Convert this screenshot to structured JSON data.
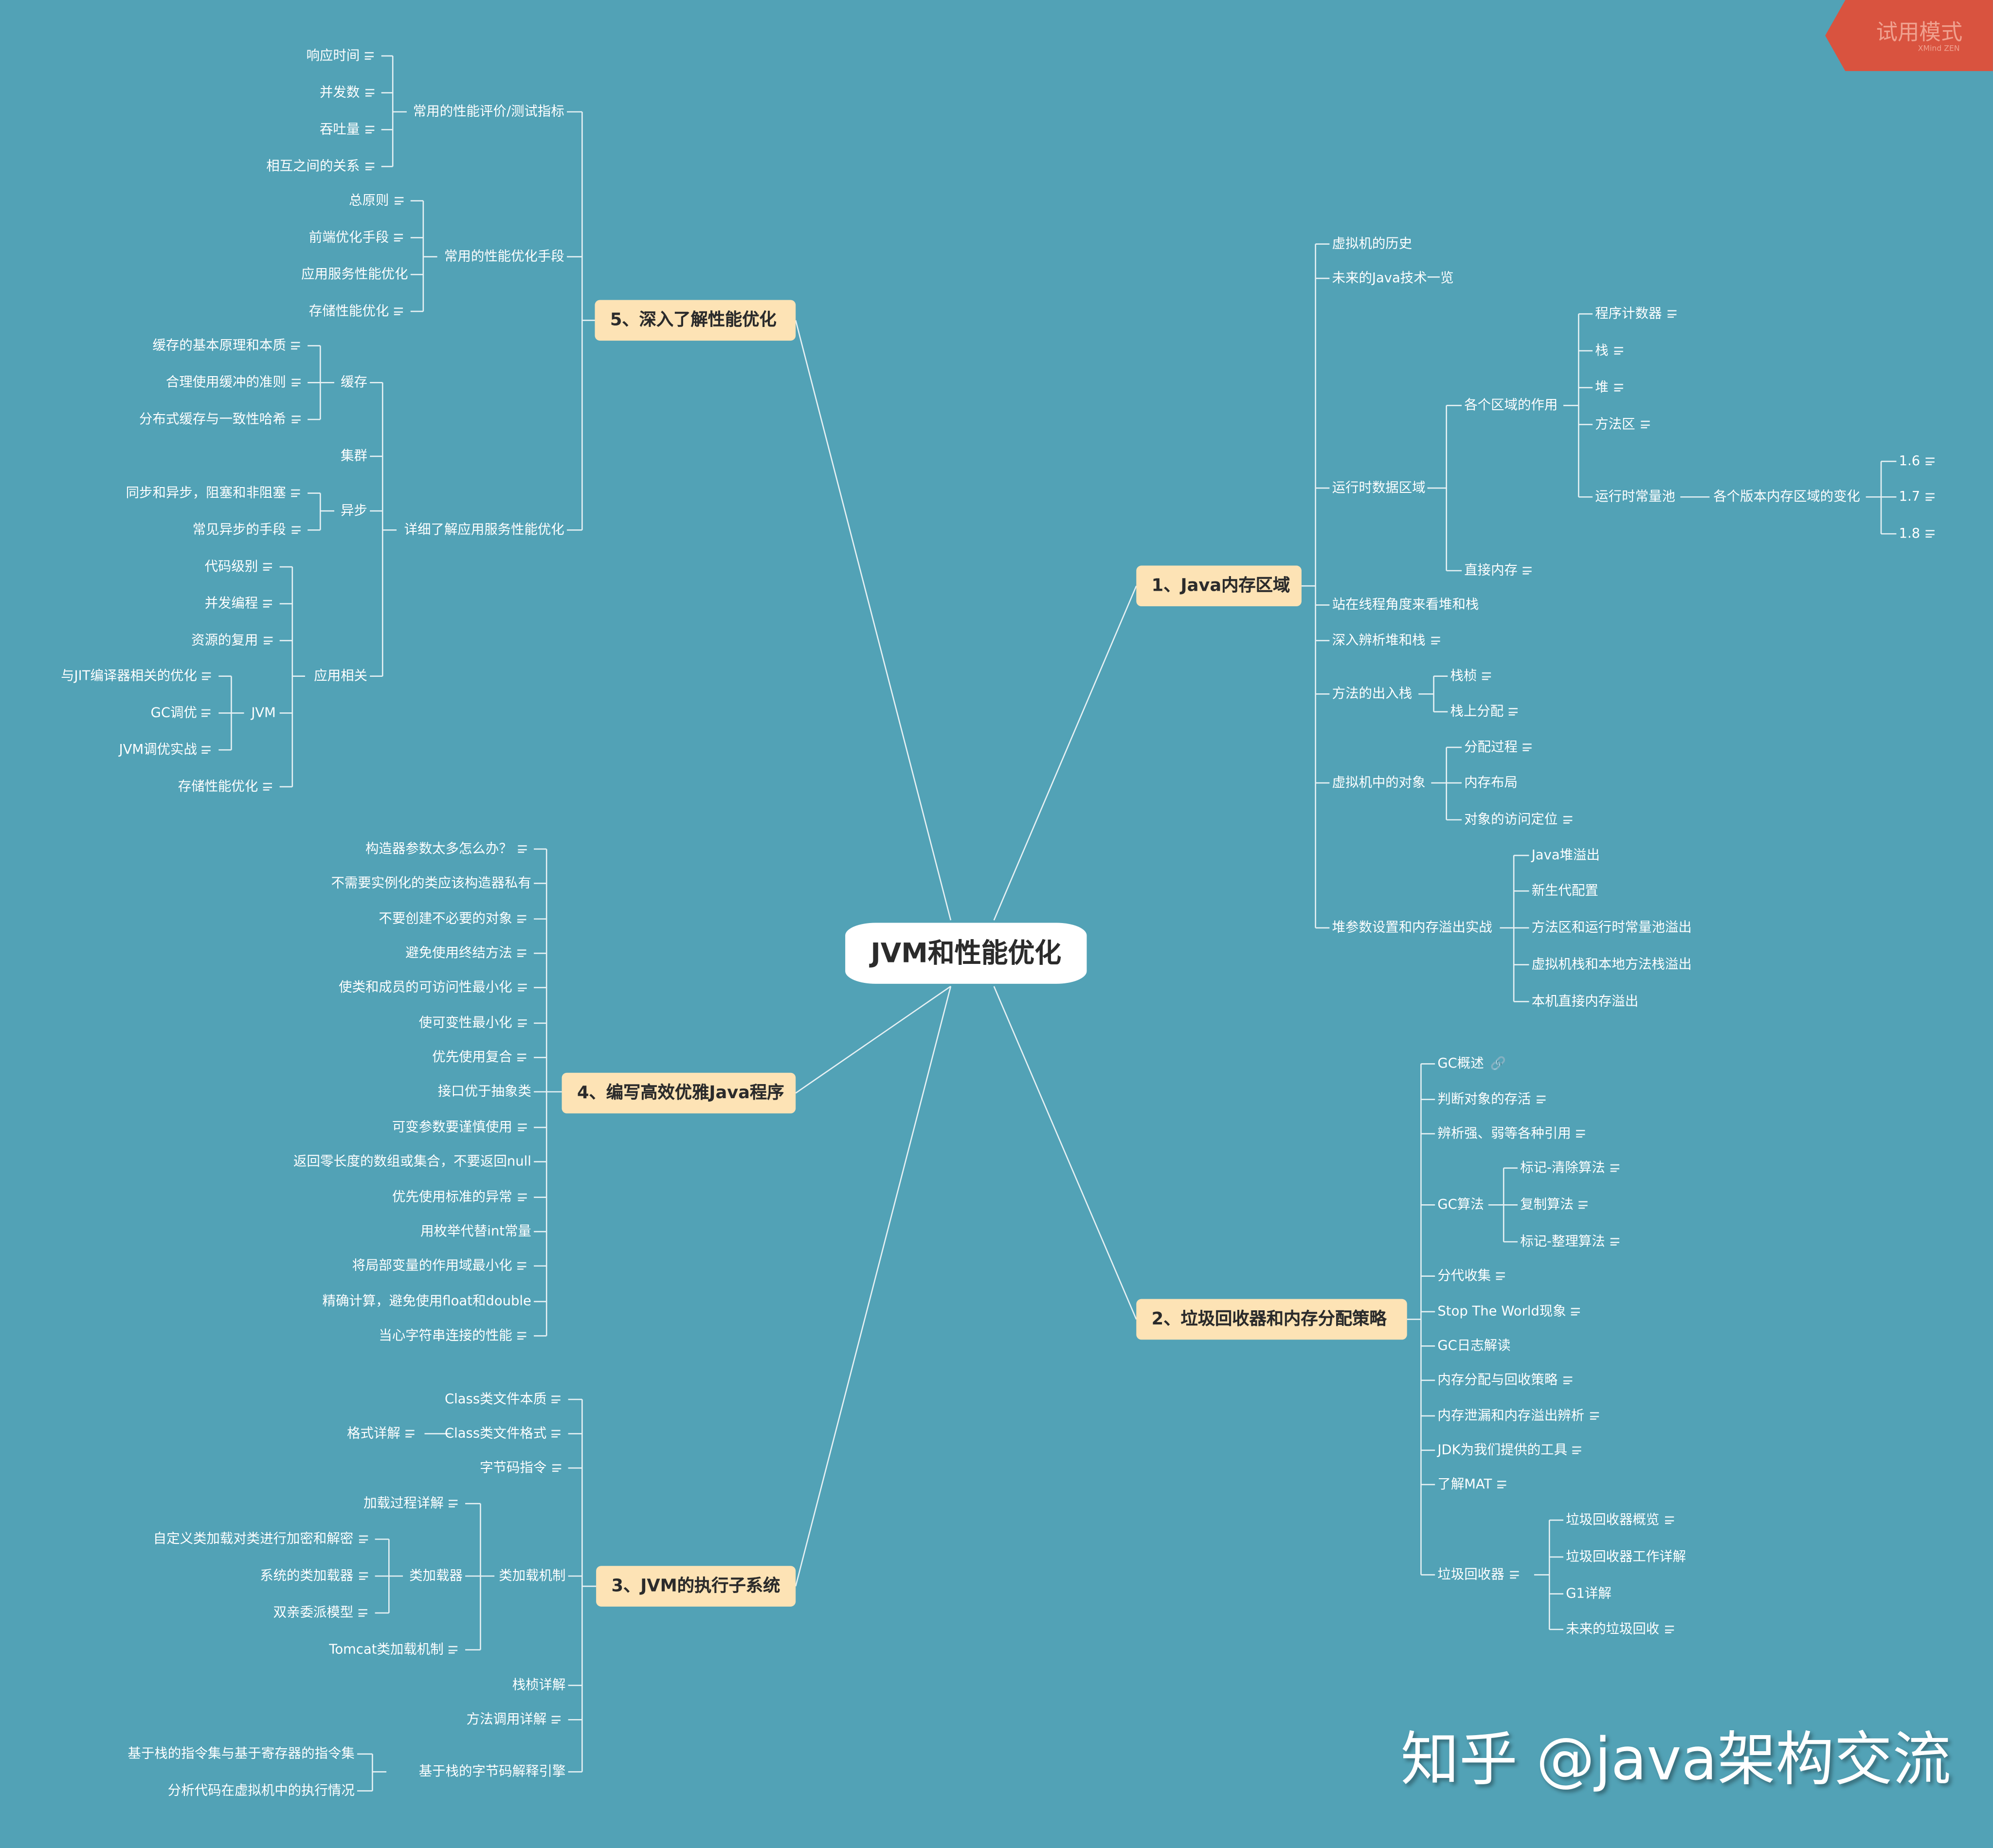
{
  "central_topic": "JVM和性能优化",
  "watermark": "知乎 @java架构交流",
  "trial_badge": {
    "label": "试用模式",
    "sub": "XMind ZEN"
  },
  "branches": {
    "b1": {
      "label": "1、Java内存区域",
      "c1": "虚拟机的历史",
      "c2": "未来的Java技术一览",
      "c3": "运行时数据区域",
      "c3a": "各个区域的作用",
      "c3a1": "程序计数器",
      "c3a2": "栈",
      "c3a3": "堆",
      "c3a4": "方法区",
      "c3a5": "运行时常量池",
      "c3a5a": "各个版本内存区域的变化",
      "v16": "1.6",
      "v17": "1.7",
      "v18": "1.8",
      "c3b": "直接内存",
      "c4": "站在线程角度来看堆和栈",
      "c5": "深入辨析堆和栈",
      "c6": "方法的出入栈",
      "c6a": "栈桢",
      "c6b": "栈上分配",
      "c7": "虚拟机中的对象",
      "c7a": "分配过程",
      "c7b": "内存布局",
      "c7c": "对象的访问定位",
      "c8": "堆参数设置和内存溢出实战",
      "c8a": "Java堆溢出",
      "c8b": "新生代配置",
      "c8c": "方法区和运行时常量池溢出",
      "c8d": "虚拟机栈和本地方法栈溢出",
      "c8e": "本机直接内存溢出"
    },
    "b2": {
      "label": "2、垃圾回收器和内存分配策略",
      "c1": "GC概述",
      "c2": "判断对象的存活",
      "c3": "辨析强、弱等各种引用",
      "c4": "GC算法",
      "c4a": "标记-清除算法",
      "c4b": "复制算法",
      "c4c": "标记-整理算法",
      "c5": "分代收集",
      "c6": "Stop The World现象",
      "c7": "GC日志解读",
      "c8": "内存分配与回收策略",
      "c9": "内存泄漏和内存溢出辨析",
      "c10": "JDK为我们提供的工具",
      "c11": "了解MAT",
      "c12": "垃圾回收器",
      "c12a": "垃圾回收器概览",
      "c12b": "垃圾回收器工作详解",
      "c12c": "G1详解",
      "c12d": "未来的垃圾回收"
    },
    "b3": {
      "label": "3、JVM的执行子系统",
      "c1": "Class类文件本质",
      "c2": "Class类文件格式",
      "c2a": "格式详解",
      "c3": "字节码指令",
      "c4": "类加载机制",
      "c4a": "加载过程详解",
      "c4b": "类加载器",
      "c4b1": "自定义类加载对类进行加密和解密",
      "c4b2": "系统的类加载器",
      "c4b3": "双亲委派模型",
      "c4c": "Tomcat类加载机制",
      "c5": "栈桢详解",
      "c6": "方法调用详解",
      "c7": "基于栈的字节码解释引擎",
      "c7a": "基于栈的指令集与基于寄存器的指令集",
      "c7b": "分析代码在虚拟机中的执行情况"
    },
    "b4": {
      "label": "4、编写高效优雅Java程序",
      "c1": "构造器参数太多怎么办？",
      "c2": "不需要实例化的类应该构造器私有",
      "c3": "不要创建不必要的对象",
      "c4": "避免使用终结方法",
      "c5": "使类和成员的可访问性最小化",
      "c6": "使可变性最小化",
      "c7": "优先使用复合",
      "c8": "接口优于抽象类",
      "c9": "可变参数要谨慎使用",
      "c10": "返回零长度的数组或集合，不要返回null",
      "c11": "优先使用标准的异常",
      "c12": "用枚举代替int常量",
      "c13": "将局部变量的作用域最小化",
      "c14": "精确计算，避免使用float和double",
      "c15": "当心字符串连接的性能"
    },
    "b5": {
      "label": "5、深入了解性能优化",
      "c1": "常用的性能评价/测试指标",
      "c1a": "响应时间",
      "c1b": "并发数",
      "c1c": "吞吐量",
      "c1d": "相互之间的关系",
      "c2": "常用的性能优化手段",
      "c2a": "总原则",
      "c2b": "前端优化手段",
      "c2c": "应用服务性能优化",
      "c2d": "存储性能优化",
      "c3": "详细了解应用服务性能优化",
      "c3a": "缓存",
      "c3a1": "缓存的基本原理和本质",
      "c3a2": "合理使用缓冲的准则",
      "c3a3": "分布式缓存与一致性哈希",
      "c3b": "集群",
      "c3c": "异步",
      "c3c1": "同步和异步，阻塞和非阻塞",
      "c3c2": "常见异步的手段",
      "c3d": "应用相关",
      "c3d1": "代码级别",
      "c3d2": "并发编程",
      "c3d3": "资源的复用",
      "c3d4": "JVM",
      "c3d4a": "与JIT编译器相关的优化",
      "c3d4b": "GC调优",
      "c3d4c": "JVM调优实战",
      "c3d5": "存储性能优化"
    }
  }
}
